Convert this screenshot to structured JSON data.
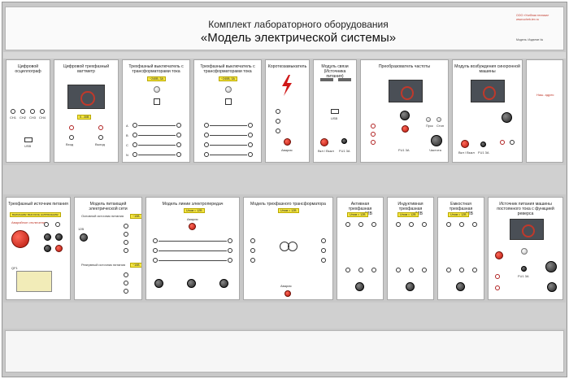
{
  "header": {
    "title_line1": "Комплект лабораторного оборудования",
    "title_line2": "«Модель электрической системы»",
    "maker_text": "ООО «Учебная техника» www.ucheb-tex.ru",
    "mark_text": "Модель: Изделие №"
  },
  "row1": [
    {
      "title": "Цифровой осциллограф",
      "usb": "USB",
      "channels": [
        "CH1",
        "CH2",
        "CH3",
        "CH4"
      ]
    },
    {
      "title": "Цифровой трехфазный ваттметр",
      "range": "0...30В",
      "in_label": "Вход",
      "out_label": "Выход"
    },
    {
      "title": "Трехфазный выключатель с трансформаторами тока",
      "badge": "~240В, 3А"
    },
    {
      "title": "Трехфазный выключатель с трансформаторами тока",
      "badge": "~240В, 3А"
    },
    {
      "title": "Короткозамыкатель",
      "alarm": "Авария"
    },
    {
      "title": "Модуль связи (Источника питания)",
      "usb": "USB",
      "on_label": "Вкл / Выкл",
      "fu": "FU1 3А"
    },
    {
      "title": "Преобразователь частоты",
      "start": "Пуск",
      "stop": "Стоп",
      "frequency": "Частота",
      "fu": "FU1 3А"
    },
    {
      "title": "Модуль возбуждения синхронной машины",
      "fu": "FU1 3А",
      "on_label": "Вкл / Выкл"
    },
    {
      "title": "",
      "small": "Наш. адрес"
    }
  ],
  "row2": [
    {
      "title": "Трехфазный источник питания",
      "warning": "ВНИМАНИЕ! ВЫСОКОЕ НАПРЯЖЕНИЕ!",
      "emergency": "Аварийное отключение",
      "qf": "QF1"
    },
    {
      "title": "Модель питающей электрической сети",
      "main_label": "Основной источник питания",
      "main_v": "~10В",
      "reserve_label": "Резервный источник питания",
      "reserve_v": "~10В",
      "v12": "12В"
    },
    {
      "title": "Модель линии электропередач",
      "badge": "Uном = 12В",
      "alarm": "Авария"
    },
    {
      "title": "Модель трехфазного трансформатора",
      "badge": "Uном = 12В",
      "alarm": "Авария"
    },
    {
      "title": "Активная трехфазная нагрузка12В",
      "badge": "Uном = 12В"
    },
    {
      "title": "Индуктивная трехфазная нагрузка12В",
      "badge": "Uном = 12В"
    },
    {
      "title": "Емкостная трехфазная нагрузка12В",
      "badge": "Uном = 12В"
    },
    {
      "title": "Источник питания машины постоянного тока с функцией реверса",
      "fu": "FU1 3А"
    }
  ],
  "phase_labels": [
    "A",
    "B",
    "C",
    "N"
  ]
}
